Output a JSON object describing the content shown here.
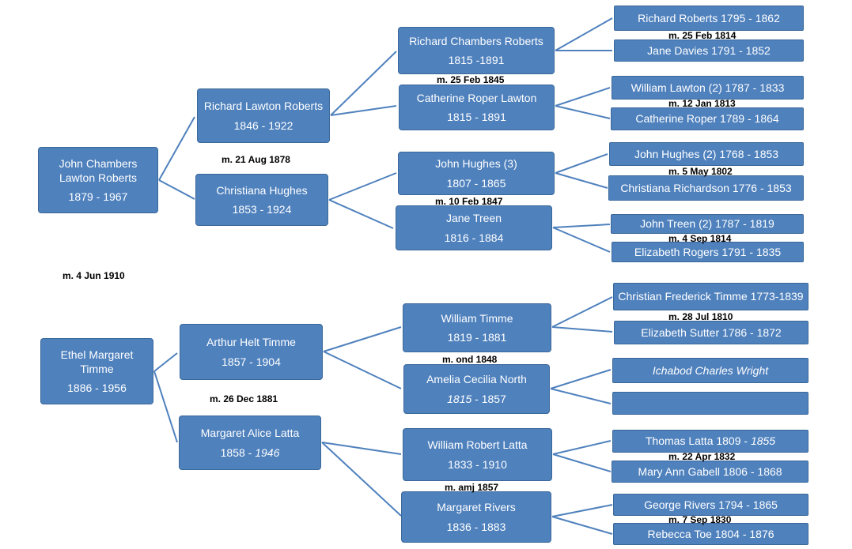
{
  "colors": {
    "box_fill": "#4f81bd",
    "box_border": "#3a6899",
    "line": "#4f81bd",
    "text": "#ffffff",
    "marriage_text": "#000000"
  },
  "gen1": {
    "john": {
      "name": "John Chambers Lawton Roberts",
      "dates": "1879 - 1967"
    },
    "ethel": {
      "name": "Ethel Margaret Timme",
      "dates": "1886 - 1956"
    }
  },
  "gen2": {
    "richard_lawton": {
      "name": "Richard Lawton Roberts",
      "dates": "1846 - 1922"
    },
    "christiana": {
      "name": "Christiana Hughes",
      "dates": "1853 - 1924"
    },
    "arthur": {
      "name": "Arthur Helt Timme",
      "dates": "1857 - 1904"
    },
    "margaret_alice": {
      "name": "Margaret Alice Latta",
      "dates_start": "1858 - ",
      "dates_end": "1946"
    }
  },
  "gen3": {
    "richard_chambers": {
      "name": "Richard Chambers Roberts",
      "dates": "1815 -1891"
    },
    "catherine_roper_lawton": {
      "name": "Catherine Roper Lawton",
      "dates": "1815 - 1891"
    },
    "john_hughes3": {
      "name": "John Hughes (3)",
      "dates": "1807 - 1865"
    },
    "jane_treen": {
      "name": "Jane Treen",
      "dates": "1816 - 1884"
    },
    "william_timme": {
      "name": "William Timme",
      "dates": "1819 - 1881"
    },
    "amelia": {
      "name": "Amelia Cecilia North",
      "dates_start": "1815",
      "dates_end": " - 1857"
    },
    "william_latta": {
      "name": "William Robert Latta",
      "dates": "1833 - 1910"
    },
    "margaret_rivers": {
      "name": "Margaret Rivers",
      "dates": "1836 - 1883"
    }
  },
  "gen4": {
    "richard_roberts": "Richard Roberts    1795 - 1862",
    "jane_davies": "Jane Davies   1791 - 1852",
    "william_lawton": "William Lawton (2)   1787 - 1833",
    "catherine_roper": "Catherine Roper   1789 - 1864",
    "john_hughes2": "John Hughes  (2)  1768 - 1853",
    "christiana_richardson": "Christiana Richardson 1776 - 1853",
    "john_treen": "John Treen (2)  1787 - 1819",
    "elizabeth_rogers": "Elizabeth  Rogers   1791 - 1835",
    "christian_frederick": "Christian Frederick Timme 1773-1839",
    "elizabeth_sutter": "Elizabeth Sutter   1786 - 1872",
    "ichabod": "Ichabod Charles Wright",
    "unknown": "",
    "thomas_latta_start": "Thomas Latta    1809 - ",
    "thomas_latta_end": "1855",
    "mary_ann": "Mary Ann Gabell   1806 - 1868",
    "george_rivers": "George Rivers   1794 - 1865",
    "rebecca_toe": "Rebecca Toe   1804 - 1876"
  },
  "marriages": {
    "john_ethel": "m.   4 Jun 1910",
    "richard_christiana": "m.   21 Aug 1878",
    "arthur_margaret": "m.   26 Dec 1881",
    "rc_catherine": "m.   25 Feb 1845",
    "hughes_treen": "m.   10 Feb 1847",
    "timme_north": "m.   ond 1848",
    "latta_rivers": "m.   amj 1857",
    "roberts_davies": "m.   25 Feb 1814",
    "lawton_roper": "m.   12 Jan 1813",
    "hughes_richardson": "m.   5 May 1802",
    "treen_rogers": "m.   4 Sep 1814",
    "timme_sutter": "m.   28 Jul 1810",
    "latta_gabell": "m.   22 Apr 1832",
    "rivers_toe": "m.   7 Sep 1830"
  }
}
